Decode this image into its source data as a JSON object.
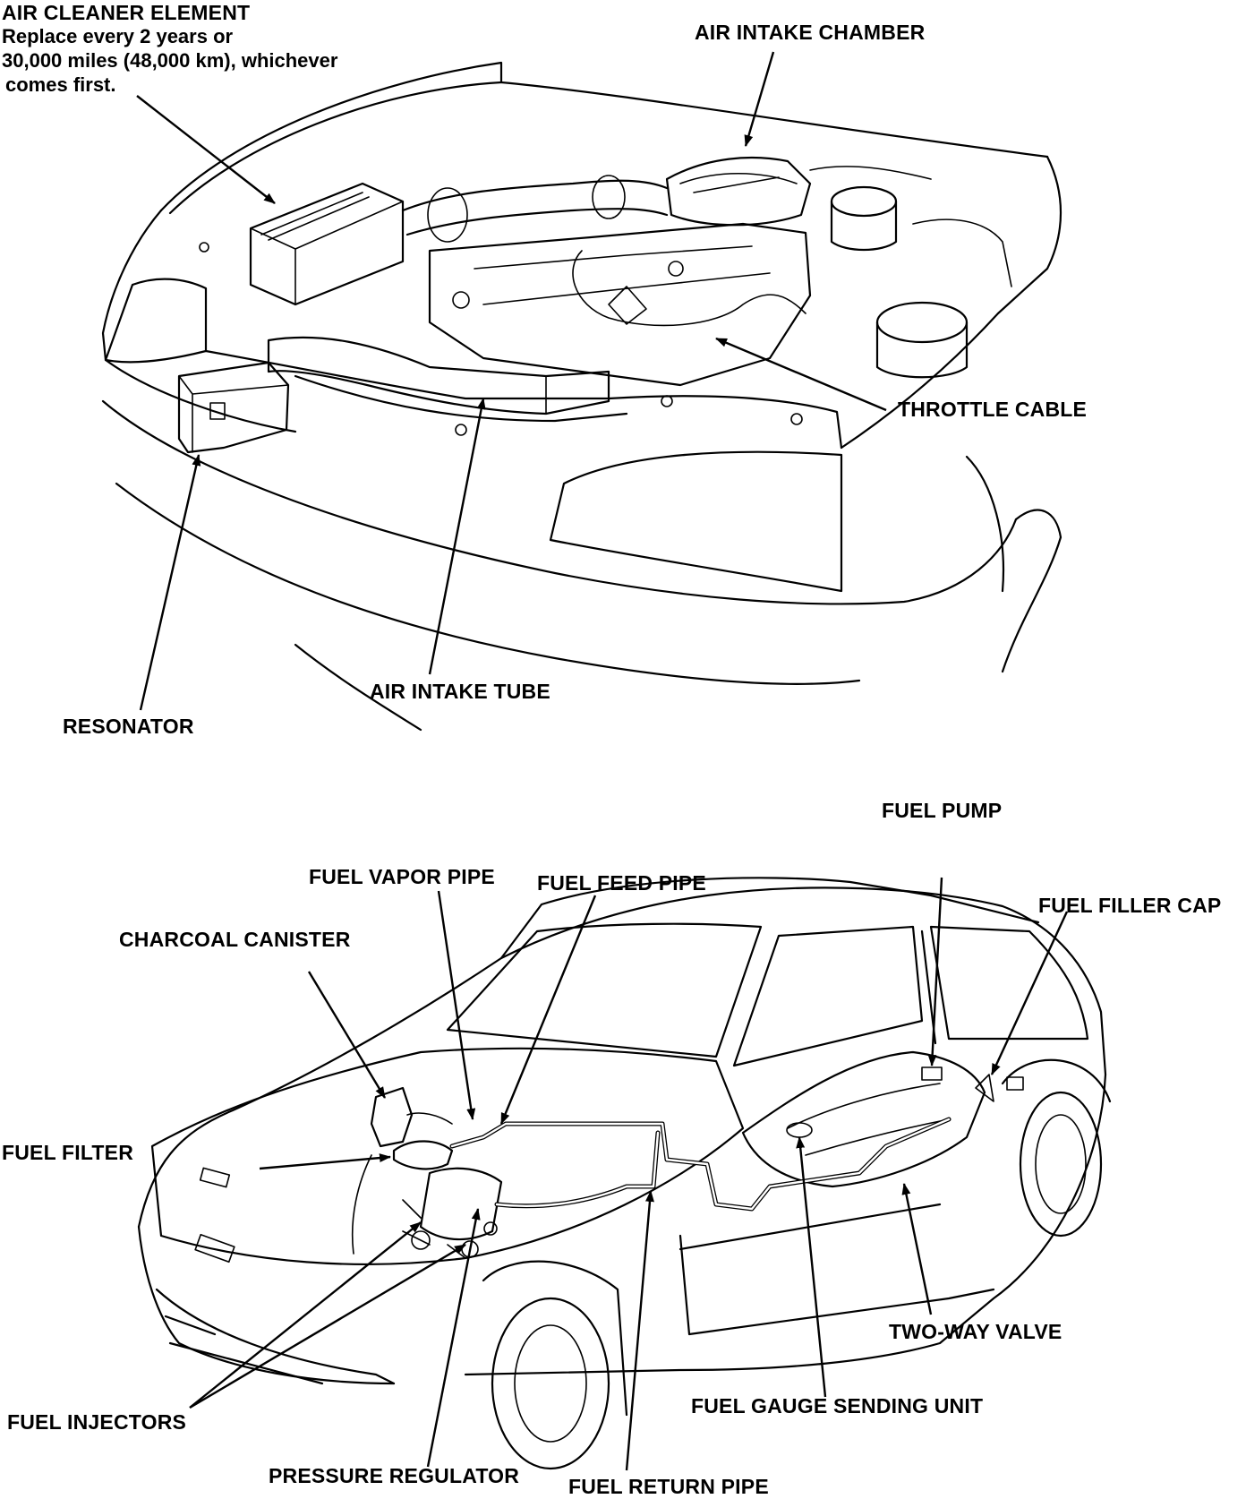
{
  "top_view": {
    "labels": {
      "air_cleaner_element": "AIR CLEANER ELEMENT",
      "air_cleaner_note_1": "Replace every 2 years or",
      "air_cleaner_note_2": "30,000 miles (48,000 km), whichever",
      "air_cleaner_note_3": "comes first.",
      "air_intake_chamber": "AIR INTAKE CHAMBER",
      "throttle_cable": "THROTTLE CABLE",
      "air_intake_tube": "AIR INTAKE TUBE",
      "resonator": "RESONATOR"
    }
  },
  "bottom_view": {
    "labels": {
      "fuel_pump": "FUEL PUMP",
      "fuel_vapor_pipe": "FUEL VAPOR PIPE",
      "fuel_feed_pipe": "FUEL FEED PIPE",
      "fuel_filler_cap": "FUEL FILLER CAP",
      "charcoal_canister": "CHARCOAL CANISTER",
      "fuel_filter": "FUEL FILTER",
      "two_way_valve": "TWO-WAY VALVE",
      "fuel_gauge_sending_unit": "FUEL GAUGE SENDING UNIT",
      "fuel_injectors": "FUEL INJECTORS",
      "pressure_regulator": "PRESSURE REGULATOR",
      "fuel_return_pipe": "FUEL RETURN PIPE"
    }
  }
}
